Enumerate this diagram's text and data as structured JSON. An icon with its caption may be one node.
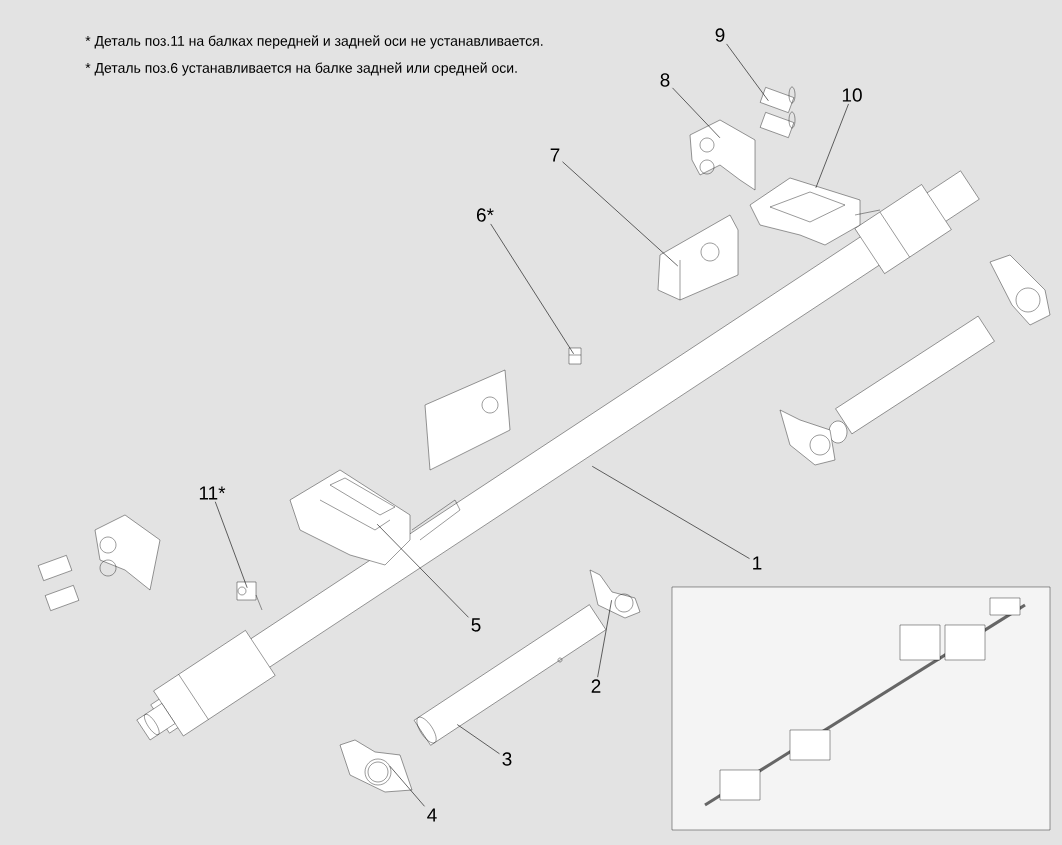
{
  "diagram": {
    "nodes": [
      {
        "text": [
          "1"
        ]
      },
      {
        "text": [],
        "shape": "picture"
      },
      {
        "text": [
          "2"
        ]
      },
      {
        "text": [],
        "shape": "picture"
      },
      {
        "text": [
          "3"
        ]
      },
      {
        "text": [],
        "shape": "picture"
      },
      {
        "text": [
          "4"
        ]
      },
      {
        "text": [],
        "shape": "picture"
      },
      {
        "text": [
          "5"
        ]
      },
      {
        "text": [],
        "shape": "picture"
      },
      {
        "text": [
          "6*"
        ]
      },
      {
        "text": [],
        "shape": "picture"
      },
      {
        "text": [
          "7"
        ]
      },
      {
        "text": [],
        "shape": "picture"
      },
      {
        "text": [
          "8"
        ]
      },
      {
        "text": [],
        "shape": "picture"
      },
      {
        "text": [
          "9"
        ]
      },
      {
        "text": [],
        "shape": "picture"
      },
      {
        "text": [
          "10"
        ]
      },
      {
        "text": [],
        "shape": "picture"
      },
      {
        "text": [
          "11*"
        ]
      },
      {
        "text": [],
        "shape": "picture"
      }
    ],
    "edges": [
      {
        "from": 0,
        "to": 1,
        "arrow": "none"
      },
      {
        "from": 2,
        "to": 3,
        "arrow": "none"
      },
      {
        "from": 4,
        "to": 5,
        "arrow": "none"
      },
      {
        "from": 6,
        "to": 7,
        "arrow": "none"
      },
      {
        "from": 8,
        "to": 9,
        "arrow": "none"
      },
      {
        "from": 10,
        "to": 11,
        "arrow": "none"
      },
      {
        "from": 12,
        "to": 13,
        "arrow": "none"
      },
      {
        "from": 14,
        "to": 15,
        "arrow": "none"
      },
      {
        "from": 16,
        "to": 17,
        "arrow": "none"
      },
      {
        "from": 18,
        "to": 19,
        "arrow": "none"
      },
      {
        "from": 20,
        "to": 21,
        "arrow": "none"
      }
    ],
    "labels": [
      "* Деталь поз.11 на балках передней и задней оси не устанавливается.",
      "* Деталь поз.6 устанавливается на балке задней или средней оси."
    ]
  }
}
